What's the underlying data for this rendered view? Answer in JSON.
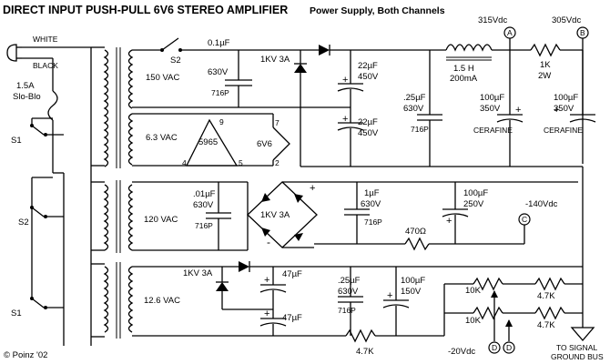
{
  "title": "DIRECT INPUT PUSH-PULL 6V6 STEREO AMPLIFIER",
  "subtitle": "Power Supply, Both Channels",
  "copyright": "© Poinz '02",
  "input": {
    "white": "WHITE",
    "black": "BLACK",
    "fuse": [
      "1.5A",
      "Slo-Blo"
    ]
  },
  "switches": {
    "s1a": "S1",
    "s1b": "S1",
    "s2_left": "S2",
    "s2_top": "S2"
  },
  "transformers": {
    "t1_primary": "150 VAC",
    "t1_fil": "6.3 VAC",
    "t2": "120 VAC",
    "t3": "12.6 VAC"
  },
  "tubes": {
    "rect": "5965",
    "out": "6V6",
    "pins": [
      "9",
      "4",
      "5",
      "7",
      "2"
    ]
  },
  "components": {
    "c_top": [
      "0.1µF",
      "630V",
      "716P"
    ],
    "diode_top": [
      "1KV 3A"
    ],
    "c22a": [
      "22µF",
      "450V"
    ],
    "c22b": [
      "22µF",
      "450V"
    ],
    "choke": [
      "1.5 H",
      "200mA"
    ],
    "r_1k": [
      "1K",
      "2W"
    ],
    "c25_top": [
      ".25µF",
      "630V",
      "716P"
    ],
    "c100a": [
      "100µF",
      "350V",
      "CERAFINE"
    ],
    "c100b": [
      "100µF",
      "350V",
      "CERAFINE"
    ],
    "c_mid": [
      ".01µF",
      "630V",
      "716P"
    ],
    "bridge": [
      "1KV 3A"
    ],
    "c1uf": [
      "1µF",
      "630V",
      "716P"
    ],
    "c100c": [
      "100µF",
      "250V"
    ],
    "r470": [
      "470Ω"
    ],
    "diode_low": [
      "1KV 3A"
    ],
    "c47a": [
      "47µF"
    ],
    "c47b": [
      "47µF"
    ],
    "c25_low": [
      ".25µF",
      "630V",
      "716P"
    ],
    "c100d": [
      "100µF",
      "150V"
    ],
    "r47k_low": [
      "4.7K"
    ],
    "pot1": [
      "10K"
    ],
    "pot2": [
      "10K"
    ],
    "r47k_a": [
      "4.7K"
    ],
    "r47k_b": [
      "4.7K"
    ]
  },
  "voltages": {
    "a": "315Vdc",
    "b": "305Vdc",
    "c": "-140Vdc",
    "d": "-20Vdc"
  },
  "nodes": {
    "a": "A",
    "b": "B",
    "c": "C",
    "d1": "D",
    "d2": "D"
  },
  "ground": [
    "TO SIGNAL",
    "GROUND BUS"
  ]
}
